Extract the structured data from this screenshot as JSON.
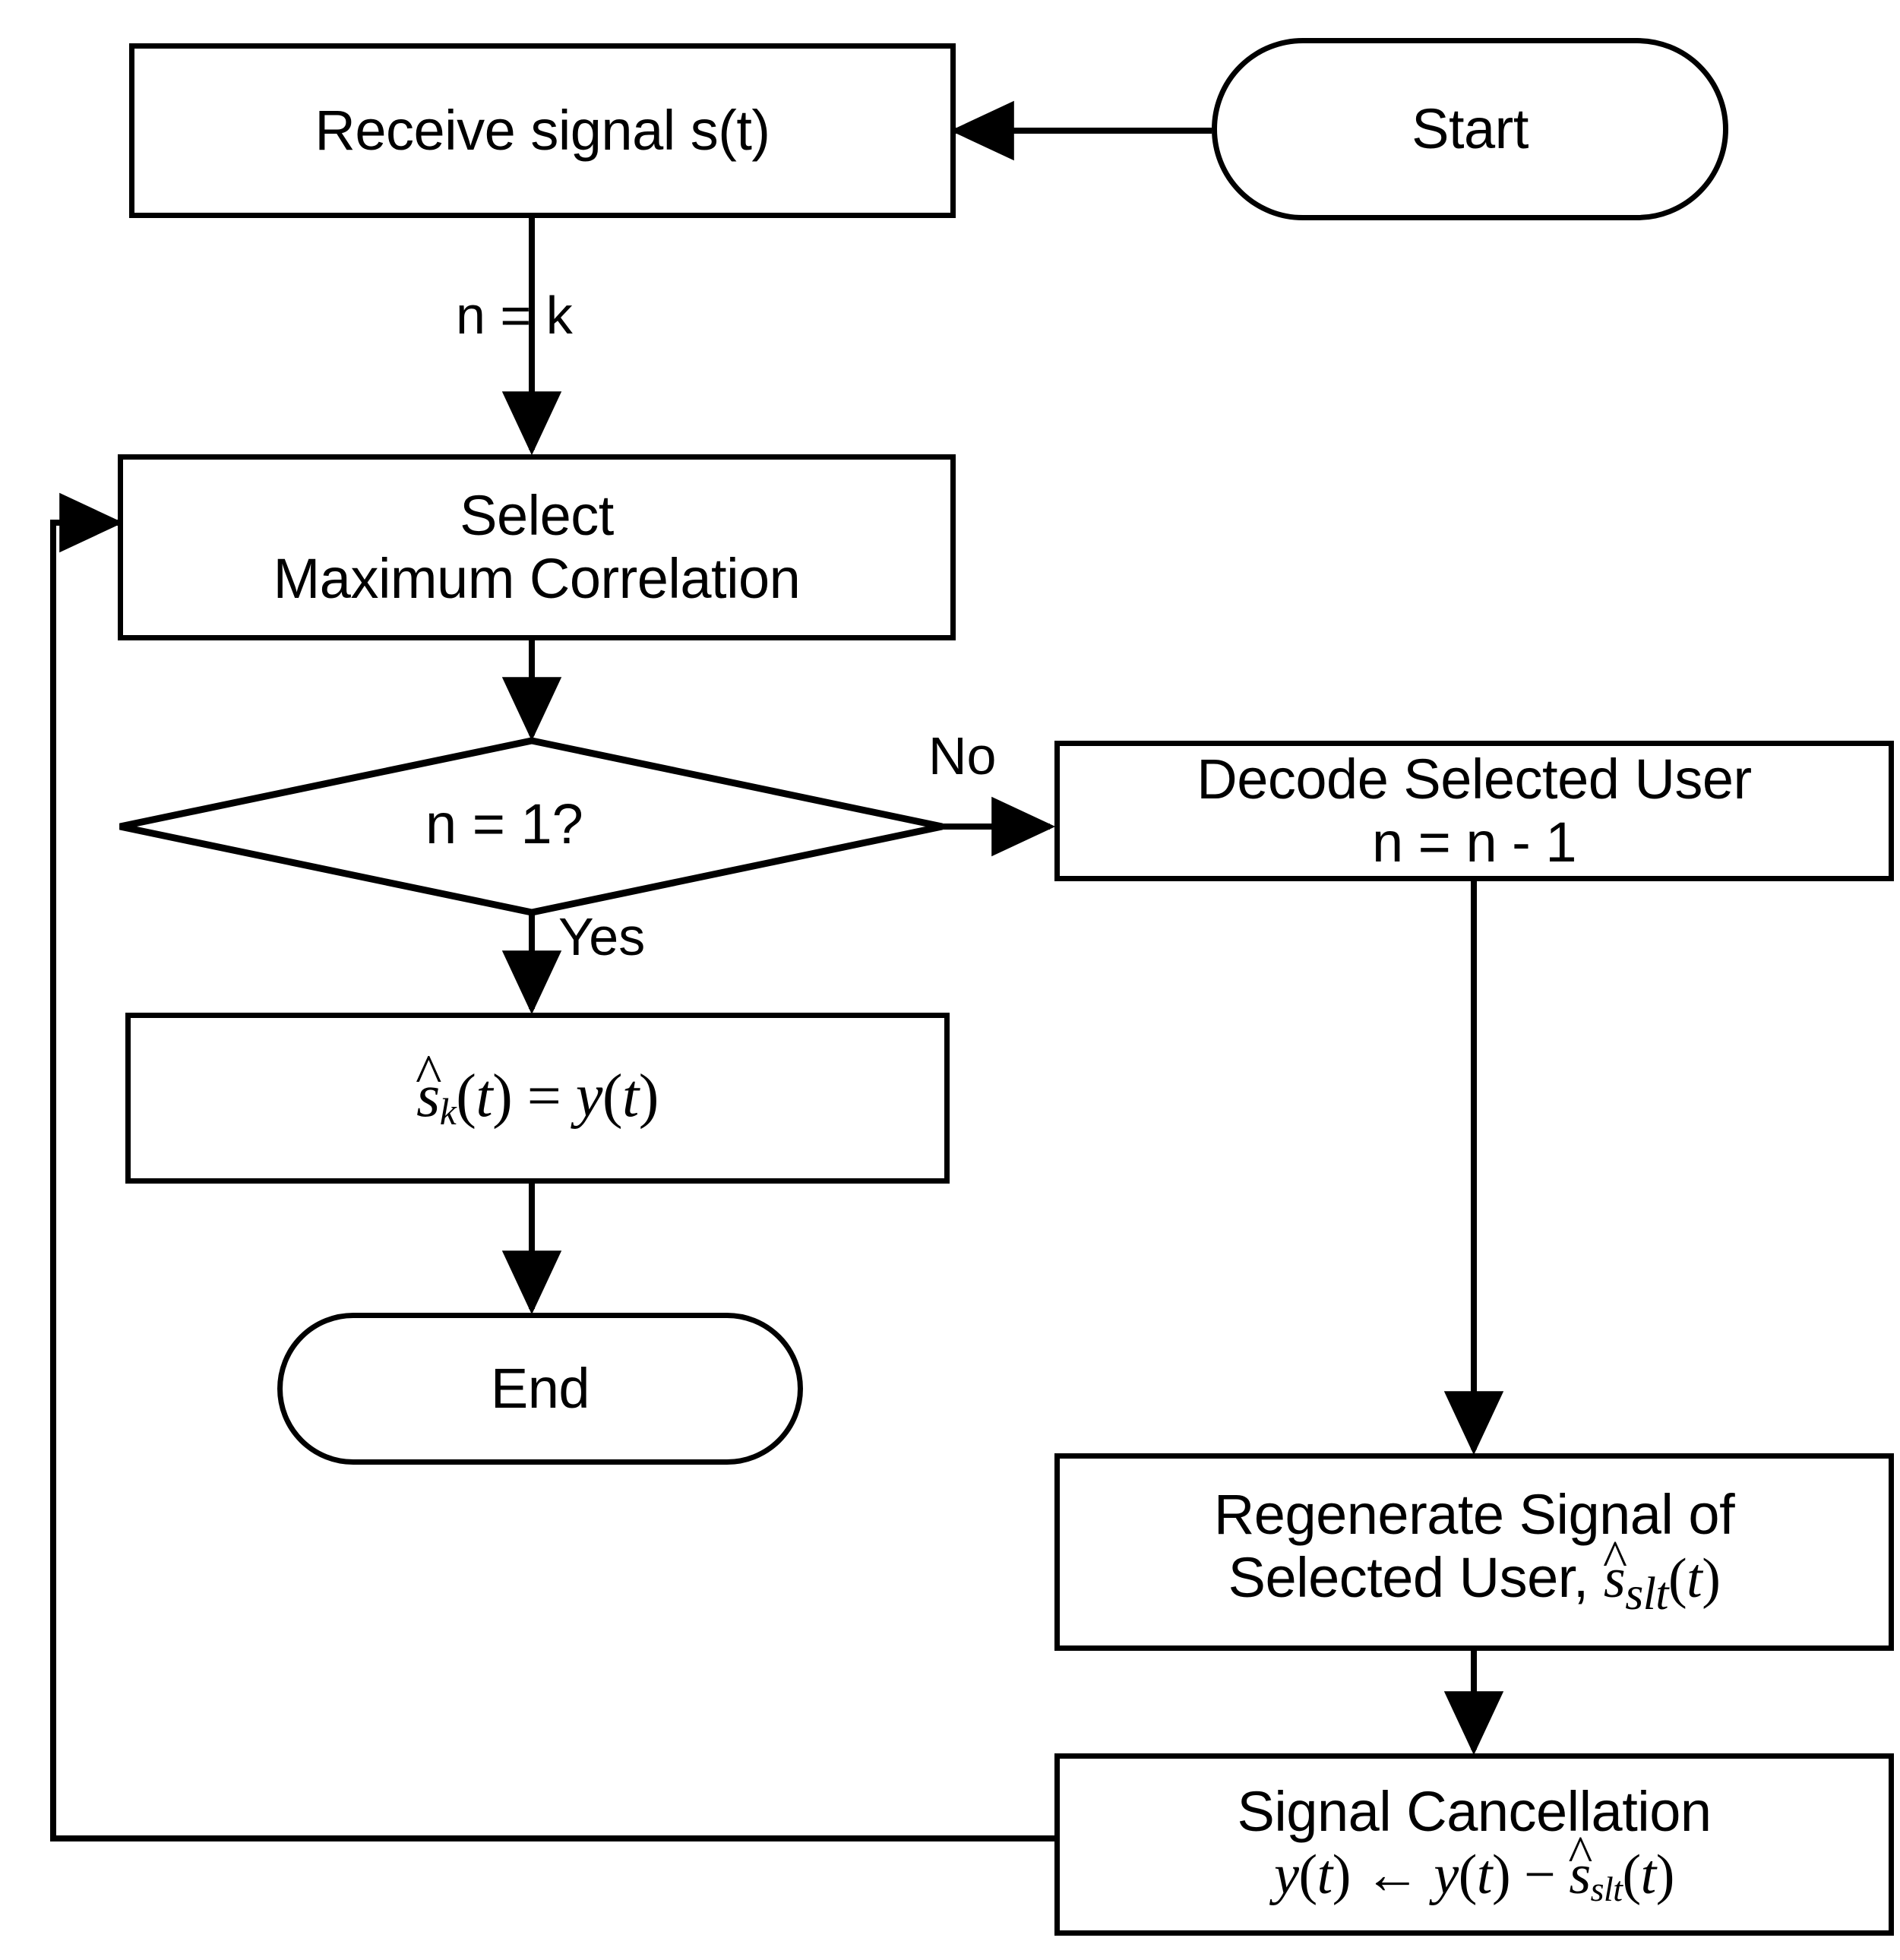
{
  "diagram": {
    "title": "SIC receiver flowchart",
    "background_color": "#ffffff",
    "line_color": "#000000"
  },
  "nodes": {
    "start": {
      "label": "Start",
      "shape": "terminator"
    },
    "receive": {
      "label": "Receive signal s(t)",
      "shape": "process"
    },
    "select": {
      "line1": "Select",
      "line2": "Maximum Correlation",
      "shape": "process"
    },
    "decision": {
      "label": "n = 1?",
      "shape": "decision"
    },
    "decode": {
      "line1": "Decode Selected User",
      "line2": "n = n - 1",
      "shape": "process"
    },
    "assign": {
      "formula": "ŝ_k(t) = y(t)",
      "shape": "process"
    },
    "end": {
      "label": "End",
      "shape": "terminator"
    },
    "regenerate": {
      "line1": "Regenerate Signal of",
      "line2_prefix": "Selected User, ",
      "line2_math": "ŝ_slt(t)",
      "shape": "process"
    },
    "cancel": {
      "line1": "Signal Cancellation",
      "line2": "y(t) ← y(t) − ŝ_slt(t)",
      "shape": "process"
    }
  },
  "edge_labels": {
    "init": "n = k",
    "yes": "Yes",
    "no": "No"
  },
  "symbols": {
    "s_hat": "ŝ",
    "sub_k": "k",
    "sub_slt": "slt",
    "t": "t",
    "y": "y",
    "equals": "=",
    "arrow_left": "←",
    "minus": "−",
    "open_paren": "(",
    "close_paren": ")",
    "hat_mark": "^"
  }
}
